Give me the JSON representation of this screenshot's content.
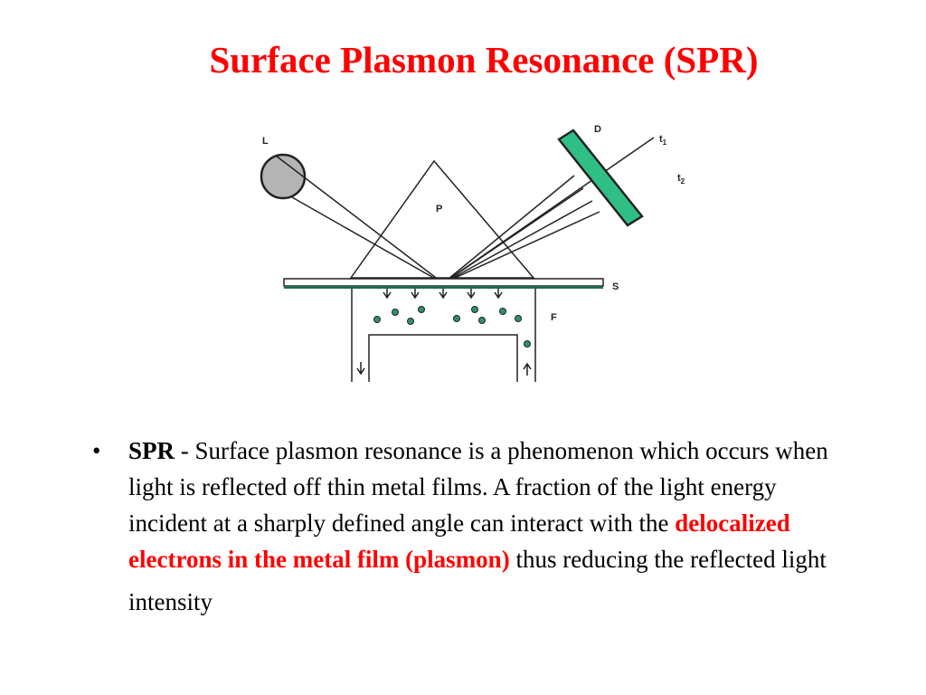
{
  "slide": {
    "title": "Surface Plasmon Resonance (SPR)"
  },
  "diagram": {
    "labels": {
      "light_source": "L",
      "detector": "D",
      "t1_base": "t",
      "t1_sub": "1",
      "t2_base": "t",
      "t2_sub": "2",
      "prism": "P",
      "sensor": "S",
      "flow": "F"
    },
    "colors": {
      "light_source": "#b4b4b4",
      "detector": "#2fbf86",
      "particles": "#2f8f74"
    }
  },
  "bullet": {
    "marker": "•",
    "term": "SPR",
    "text_1": " - Surface plasmon resonance is a phenomenon which occurs when light is reflected off thin metal films. A fraction of the light energy incident at a sharply defined angle can interact with the ",
    "highlight": "delocalized electrons in the metal film (plasmon)",
    "text_2": " thus reducing the reflected light",
    "text_3": "intensity"
  }
}
